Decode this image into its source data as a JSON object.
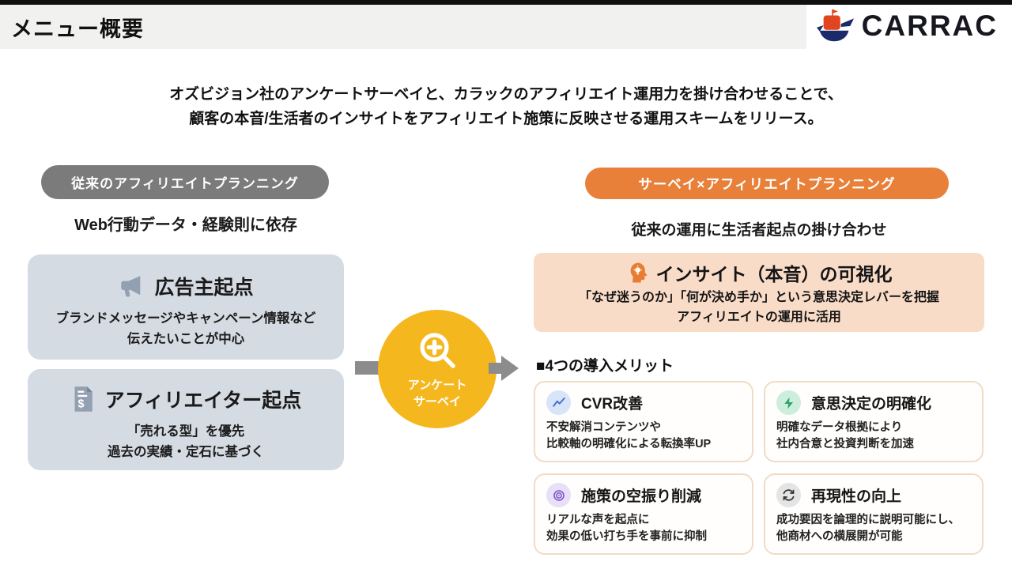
{
  "header": {
    "title": "メニュー概要",
    "logo_text": "CARRAC"
  },
  "intro": {
    "line1": "オズビジョン社のアンケートサーベイと、カラックのアフィリエイト運用力を掛け合わせることで、",
    "line2": "顧客の本音/生活者のインサイトをアフィリエイト施策に反映させる運用スキームをリリース。"
  },
  "left": {
    "pill": "従来のアフィリエイトプランニング",
    "subheading": "Web行動データ・経験則に依存",
    "boxes": [
      {
        "icon": "megaphone-icon",
        "title": "広告主起点",
        "line1": "ブランドメッセージやキャンペーン情報など",
        "line2": "伝えたいことが中心"
      },
      {
        "icon": "invoice-icon",
        "title": "アフィリエイター起点",
        "line1": "「売れる型」を優先",
        "line2": "過去の実績・定石に基づく"
      }
    ]
  },
  "center": {
    "icon": "magnifier-plus-icon",
    "circle_line1": "アンケート",
    "circle_line2": "サーベイ",
    "circle_color": "#f5b71e",
    "arrow_color": "#8c8c8c"
  },
  "right": {
    "pill": "サーベイ×アフィリエイトプランニング",
    "subheading": "従来の運用に生活者起点の掛け合わせ",
    "insight": {
      "icon": "head-lightbulb-icon",
      "title": "インサイト（本音）の可視化",
      "line1": "「なぜ迷うのか」「何が決め手か」という意思決定レバーを把握",
      "line2": "アフィリエイトの運用に活用"
    },
    "merits_heading": "■4つの導入メリット",
    "cards": [
      {
        "icon": "line-chart-icon",
        "title": "CVR改善",
        "line1": "不安解消コンテンツや",
        "line2": "比較軸の明確化による転換率UP",
        "icon_bg": "#d8e4f8",
        "icon_color": "#4a6fd4"
      },
      {
        "icon": "bolt-icon",
        "title": "意思決定の明確化",
        "line1": "明確なデータ根拠により",
        "line2": "社内合意と投資判断を加速",
        "icon_bg": "#cdeedd",
        "icon_color": "#2fa56b"
      },
      {
        "icon": "target-icon",
        "title": "施策の空振り削減",
        "line1": "リアルな声を起点に",
        "line2": "効果の低い打ち手を事前に抑制",
        "icon_bg": "#e6e0f8",
        "icon_color": "#7b4fc7"
      },
      {
        "icon": "refresh-icon",
        "title": "再現性の向上",
        "line1": "成功要因を論理的に説明可能にし、",
        "line2": "他商材への横展開が可能",
        "icon_bg": "#e4e4e4",
        "icon_color": "#333333"
      }
    ]
  },
  "colors": {
    "gray_pill": "#7b7b7b",
    "orange_pill": "#e8803a",
    "left_box_bg": "#d5dbe3",
    "insight_box_bg": "#f9dcc8",
    "survey_circle": "#f5b71e",
    "card_border": "#f0dcc6",
    "logo_orange": "#e0451f",
    "logo_navy": "#1b2a68"
  }
}
